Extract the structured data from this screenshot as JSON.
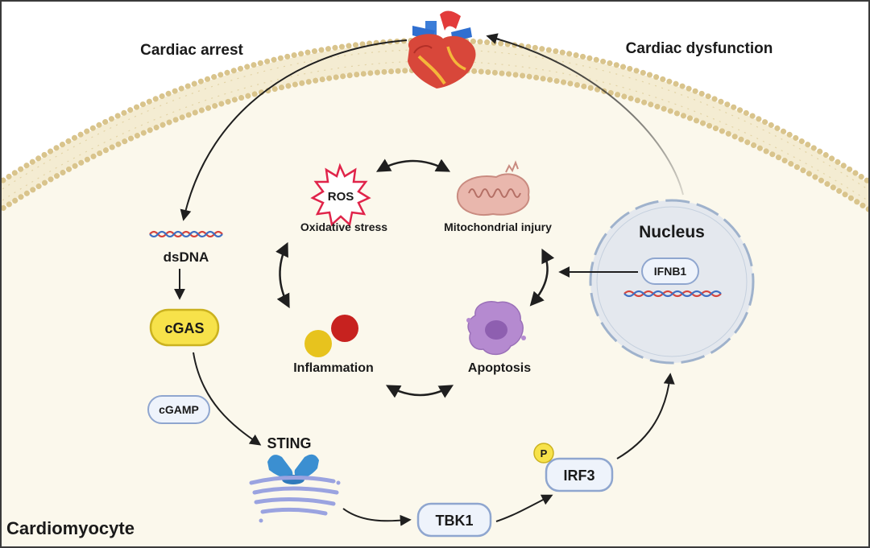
{
  "labels": {
    "cardiac_arrest": "Cardiac arrest",
    "cardiac_dysfunction": "Cardiac dysfunction",
    "cardiomyocyte": "Cardiomyocyte",
    "nucleus": "Nucleus",
    "ifnb1": "IFNB1",
    "dsdna": "dsDNA",
    "cgas": "cGAS",
    "cgamp": "cGAMP",
    "sting": "STING",
    "tbk1": "TBK1",
    "irf3": "IRF3",
    "phospho": "P",
    "ros": "ROS",
    "oxidative_stress": "Oxidative stress",
    "mitochondrial_injury": "Mitochondrial injury",
    "inflammation": "Inflammation",
    "apoptosis": "Apoptosis"
  },
  "colors": {
    "border": "#3a3a3a",
    "cytoplasm": "#fbf8ec",
    "membrane_bead": "#d9c48c",
    "membrane_tail": "#c9b37a",
    "nucleus_fill": "#e4e8ee",
    "nucleus_dash": "#9fb2cc",
    "node_fill": "#eef3fb",
    "node_stroke": "#8fa6cf",
    "cgas_fill": "#f7e24a",
    "cgas_stroke": "#cbb21f",
    "ros_stroke": "#e0244a",
    "arrow": "#1f1f1f",
    "sting_protein": "#3b8fd1",
    "er": "#9aa3e0",
    "inflammation_yellow": "#e7c31e",
    "inflammation_red": "#c7221f",
    "apoptosis": "#b58ad0",
    "mitochondria": "#d9a29a",
    "dna_red": "#d6453d",
    "dna_blue": "#3f6fc2"
  },
  "icons": [
    "heart-icon",
    "dsdna-icon",
    "sting-protein-icon",
    "endoplasmic-reticulum-icon",
    "ros-burst-icon",
    "mitochondrion-icon",
    "inflammation-icon",
    "apoptotic-cell-icon",
    "nucleus-dna-icon"
  ]
}
